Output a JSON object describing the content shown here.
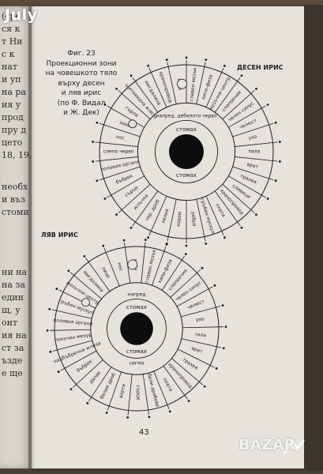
{
  "watermark_top": "July",
  "left_page_lines": [
    "(сре",
    "ся к",
    "т Ни",
    "с к",
    "нат",
    "и уп",
    "на ра",
    "ия у",
    "прод",
    "пру д",
    "цето",
    "18, 19, 2",
    "необх",
    "и въз",
    "стоми",
    "ни на",
    "на за",
    "един",
    "щ, у",
    "онт",
    "ия на",
    "ст за",
    "ъзде",
    "е ще"
  ],
  "caption": {
    "lines": [
      "Фиг. 23",
      "Проекционни зони",
      "на човешкото тяло",
      "върху десен",
      "и ляв ирис",
      "(по Ф. Видал",
      "и Ж. Дек)"
    ]
  },
  "right_iris": {
    "title": "ДЕСЕН ИРИС",
    "pupil_top": "стомах",
    "pupil_bottom": "стомах",
    "brain_label": "напред. дебелото черво",
    "zones": [
      "главен мозък",
      "хипо-физа",
      "мозъчни центр.",
      "слепоочие",
      "челен синус",
      "челюст",
      "ухо",
      "тила",
      "врат",
      "трахея",
      "сливици",
      "хранопровод",
      "плата",
      "гръбен мускул",
      "ребра",
      "корем",
      "хелия",
      "чер. дроб",
      "жлъчка",
      "сърце",
      "бъбрек",
      "половия органи",
      "слепо черво",
      "нос",
      "шия",
      "гърла",
      "щитовидна жлеза",
      "мигдалина",
      "хранопровод",
      "лице"
    ]
  },
  "left_iris": {
    "title": "ЛЯВ ИРИС",
    "pupil_top": "стомах",
    "pupil_bottom": "стомах",
    "inner_top": "напред",
    "inner_bottom": "сигма",
    "zones": [
      "главен мозък",
      "хипо-физа",
      "слепоочие",
      "челен синус",
      "челюст",
      "ухо",
      "тила",
      "врат",
      "трахея",
      "хранопровод",
      "плата",
      "бели дробове",
      "сърце",
      "аорта",
      "белия дроб",
      "далак",
      "бъбрек",
      "надбъбречна жлеза",
      "пикочен мехур",
      "половия органи",
      "гръбен мускул",
      "мозъчни центр.",
      "мигдалина",
      "лице",
      "нос",
      "зъби"
    ]
  },
  "page_number": "43",
  "watermark_bottom": "BAZAR"
}
